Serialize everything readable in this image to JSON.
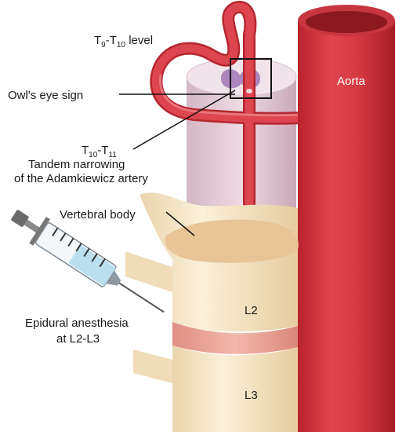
{
  "labels": {
    "t9_prefix": "T",
    "t9_sub": "9",
    "t9_dash": "-T",
    "t10_sub": "10",
    "t9_suffix": " level",
    "owl": "Owl's eye sign",
    "t10_prefix": "T",
    "t10_sub2": "10",
    "t11_dash": "-T",
    "t11_sub": "11",
    "tandem_1": "Tandem narrowing",
    "tandem_2": "of the Adamkiewicz artery",
    "aorta": "Aorta",
    "vertebral_body": "Vertebral body",
    "l2": "L2",
    "l3": "L3",
    "epidural_1": "Epidural anesthesia",
    "epidural_2": "at L2-L3"
  },
  "colors": {
    "artery": "#d9404a",
    "artery_dark": "#b5262f",
    "artery_light": "#ee7f86",
    "cord": "#e9d3dc",
    "cord_shade": "#cdb0bf",
    "grey_matter": "#a47bb7",
    "bone": "#f7e6c7",
    "bone_top": "#e9c9a0",
    "disc": "#eda79b",
    "syringe_fluid": "#bcdff0"
  }
}
